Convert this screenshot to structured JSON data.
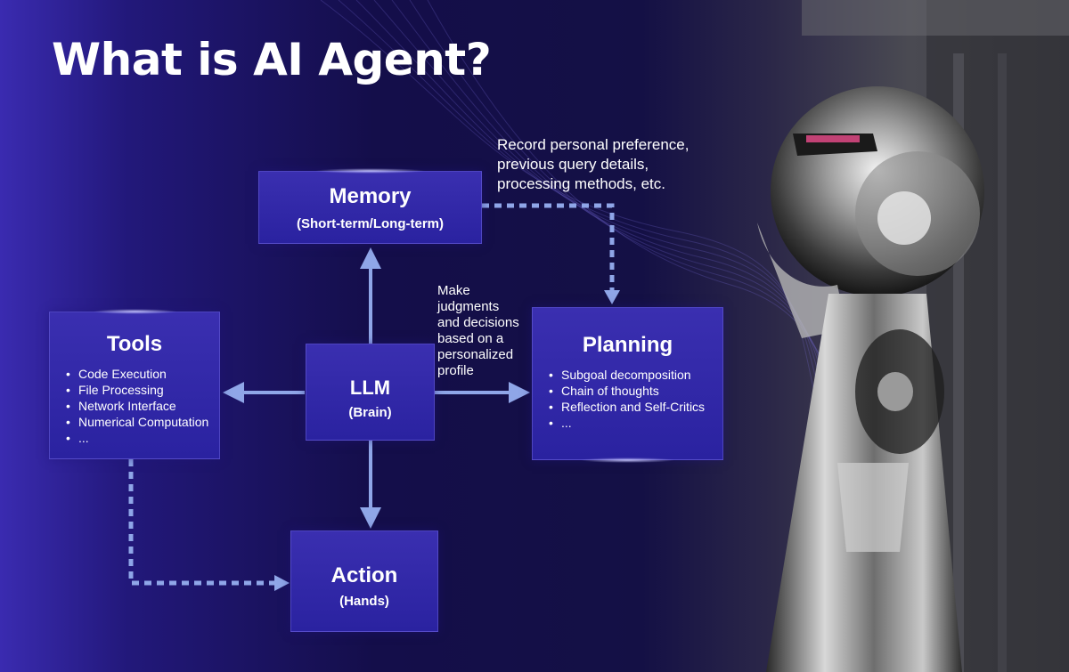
{
  "title": "What is AI Agent?",
  "nodes": {
    "memory": {
      "title": "Memory",
      "subtitle": "(Short-term/Long-term)"
    },
    "tools": {
      "title": "Tools",
      "items": [
        "Code Execution",
        "File Processing",
        "Network Interface",
        "Numerical Computation",
        "..."
      ]
    },
    "llm": {
      "title": "LLM",
      "subtitle": "(Brain)"
    },
    "planning": {
      "title": "Planning",
      "items": [
        "Subgoal decomposition",
        "Chain of thoughts",
        "Reflection and Self-Critics",
        "..."
      ]
    },
    "action": {
      "title": "Action",
      "subtitle": "(Hands)"
    }
  },
  "annotations": {
    "memory_note": [
      "Record personal preference,",
      "previous query details,",
      "processing methods, etc."
    ],
    "llm_note": [
      "Make",
      "judgments",
      "and decisions",
      "based on a",
      "personalized",
      "profile"
    ]
  },
  "colors": {
    "box": "#3a2fb0",
    "arrow": "#8fa6e8",
    "background_left": "#2a1f8a",
    "background_center": "#110c40"
  }
}
